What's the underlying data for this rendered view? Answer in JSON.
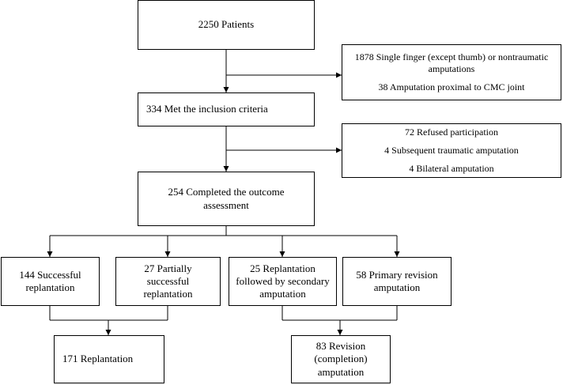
{
  "nodes": {
    "patients": "2250 Patients",
    "excluded1": [
      "1878 Single finger (except thumb) or nontraumatic amputations",
      "38 Amputation proximal to CMC joint"
    ],
    "inclusion": "334 Met the inclusion criteria",
    "excluded2": [
      "72 Refused participation",
      "4 Subsequent traumatic amputation",
      "4 Bilateral amputation"
    ],
    "completed": "254 Completed the outcome assessment",
    "successful": "144 Successful replantation",
    "partial": "27 Partially successful replantation",
    "secondary": "25 Replantation followed by secondary amputation",
    "primary": "58 Primary revision amputation",
    "replantation": "171 Replantation",
    "revision": "83 Revision (completion) amputation"
  }
}
